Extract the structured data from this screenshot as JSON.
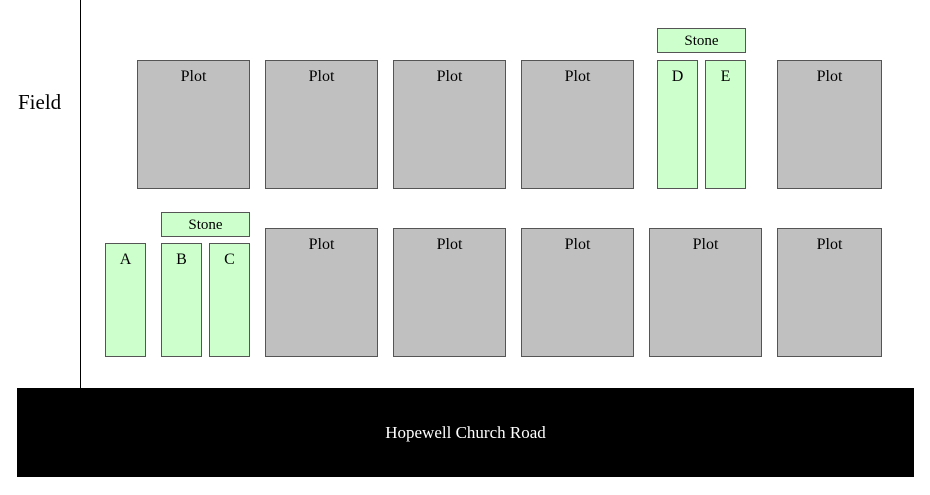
{
  "field": {
    "label": "Field"
  },
  "road": {
    "label": "Hopewell Church Road"
  },
  "colors": {
    "plot": "#c0c0c0",
    "grave": "#ccffcc",
    "road": "#000000",
    "road_text": "#ffffff"
  },
  "top_row": {
    "plots": [
      "Plot",
      "Plot",
      "Plot",
      "Plot",
      "Plot"
    ],
    "graves": [
      "D",
      "E"
    ],
    "stone": "Stone"
  },
  "bottom_row": {
    "plots": [
      "Plot",
      "Plot",
      "Plot",
      "Plot",
      "Plot"
    ],
    "graves": [
      "A",
      "B",
      "C"
    ],
    "stone": "Stone"
  }
}
